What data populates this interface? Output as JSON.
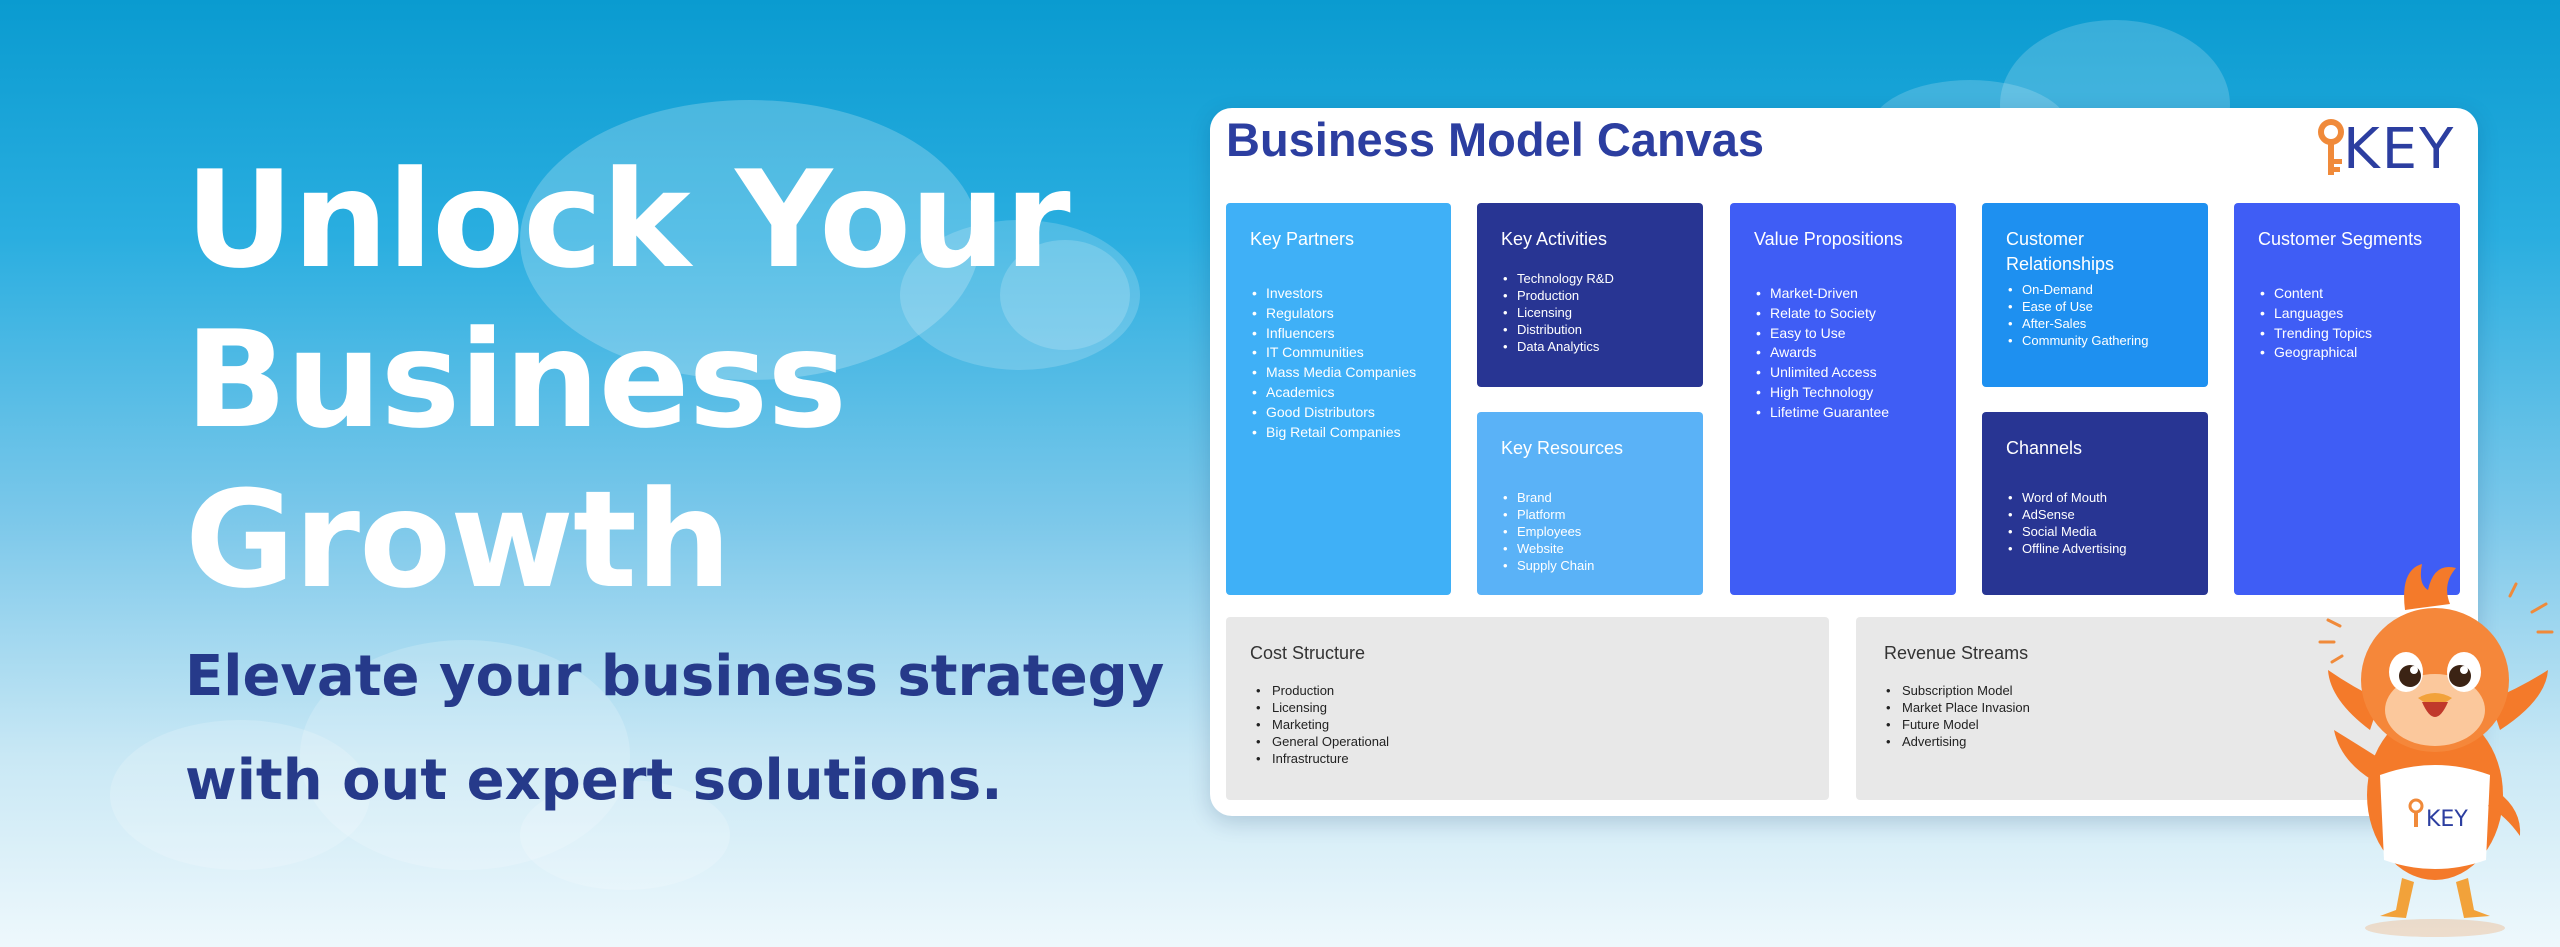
{
  "hero": {
    "title": "Unlock Your Business Growth",
    "subtitle": "Elevate your business strategy with out expert solutions."
  },
  "canvas": {
    "title": "Business Model Canvas",
    "logo_text": "KEY",
    "key_partners": {
      "heading": "Key Partners",
      "items": [
        "Investors",
        "Regulators",
        "Influencers",
        "IT Communities",
        "Mass Media Companies",
        "Academics",
        "Good Distributors",
        "Big Retail Companies"
      ]
    },
    "key_activities": {
      "heading": "Key Activities",
      "items": [
        "Technology R&D",
        "Production",
        "Licensing",
        "Distribution",
        "Data Analytics"
      ]
    },
    "key_resources": {
      "heading": "Key Resources",
      "items": [
        "Brand",
        "Platform",
        "Employees",
        "Website",
        "Supply Chain"
      ]
    },
    "value_propositions": {
      "heading": "Value Propositions",
      "items": [
        "Market-Driven",
        "Relate to Society",
        "Easy to Use",
        "Awards",
        "Unlimited Access",
        "High Technology",
        "Lifetime Guarantee"
      ]
    },
    "customer_relationships": {
      "heading": "Customer Relationships",
      "items": [
        "On-Demand",
        "Ease of Use",
        "After-Sales",
        "Community Gathering"
      ]
    },
    "channels": {
      "heading": "Channels",
      "items": [
        "Word of Mouth",
        "AdSense",
        "Social Media",
        "Offline Advertising"
      ]
    },
    "customer_segments": {
      "heading": "Customer Segments",
      "items": [
        "Content",
        "Languages",
        "Trending Topics",
        "Geographical"
      ]
    },
    "cost_structure": {
      "heading": "Cost Structure",
      "items": [
        "Production",
        "Licensing",
        "Marketing",
        "General Operational",
        "Infrastructure"
      ]
    },
    "revenue_streams": {
      "heading": "Revenue Streams",
      "items": [
        "Subscription Model",
        "Market Place Invasion",
        "Future Model",
        "Advertising"
      ]
    }
  },
  "mascot": {
    "shirt_text": "KEY"
  },
  "colors": {
    "navy": "#283593",
    "light_blue": "#3fb0f7",
    "mid_blue": "#5a9ef5",
    "royal_blue": "#3f5df5",
    "sky_blue": "#1e90f0",
    "gray": "#e8e8e8",
    "brand_orange": "#f08a3a"
  }
}
